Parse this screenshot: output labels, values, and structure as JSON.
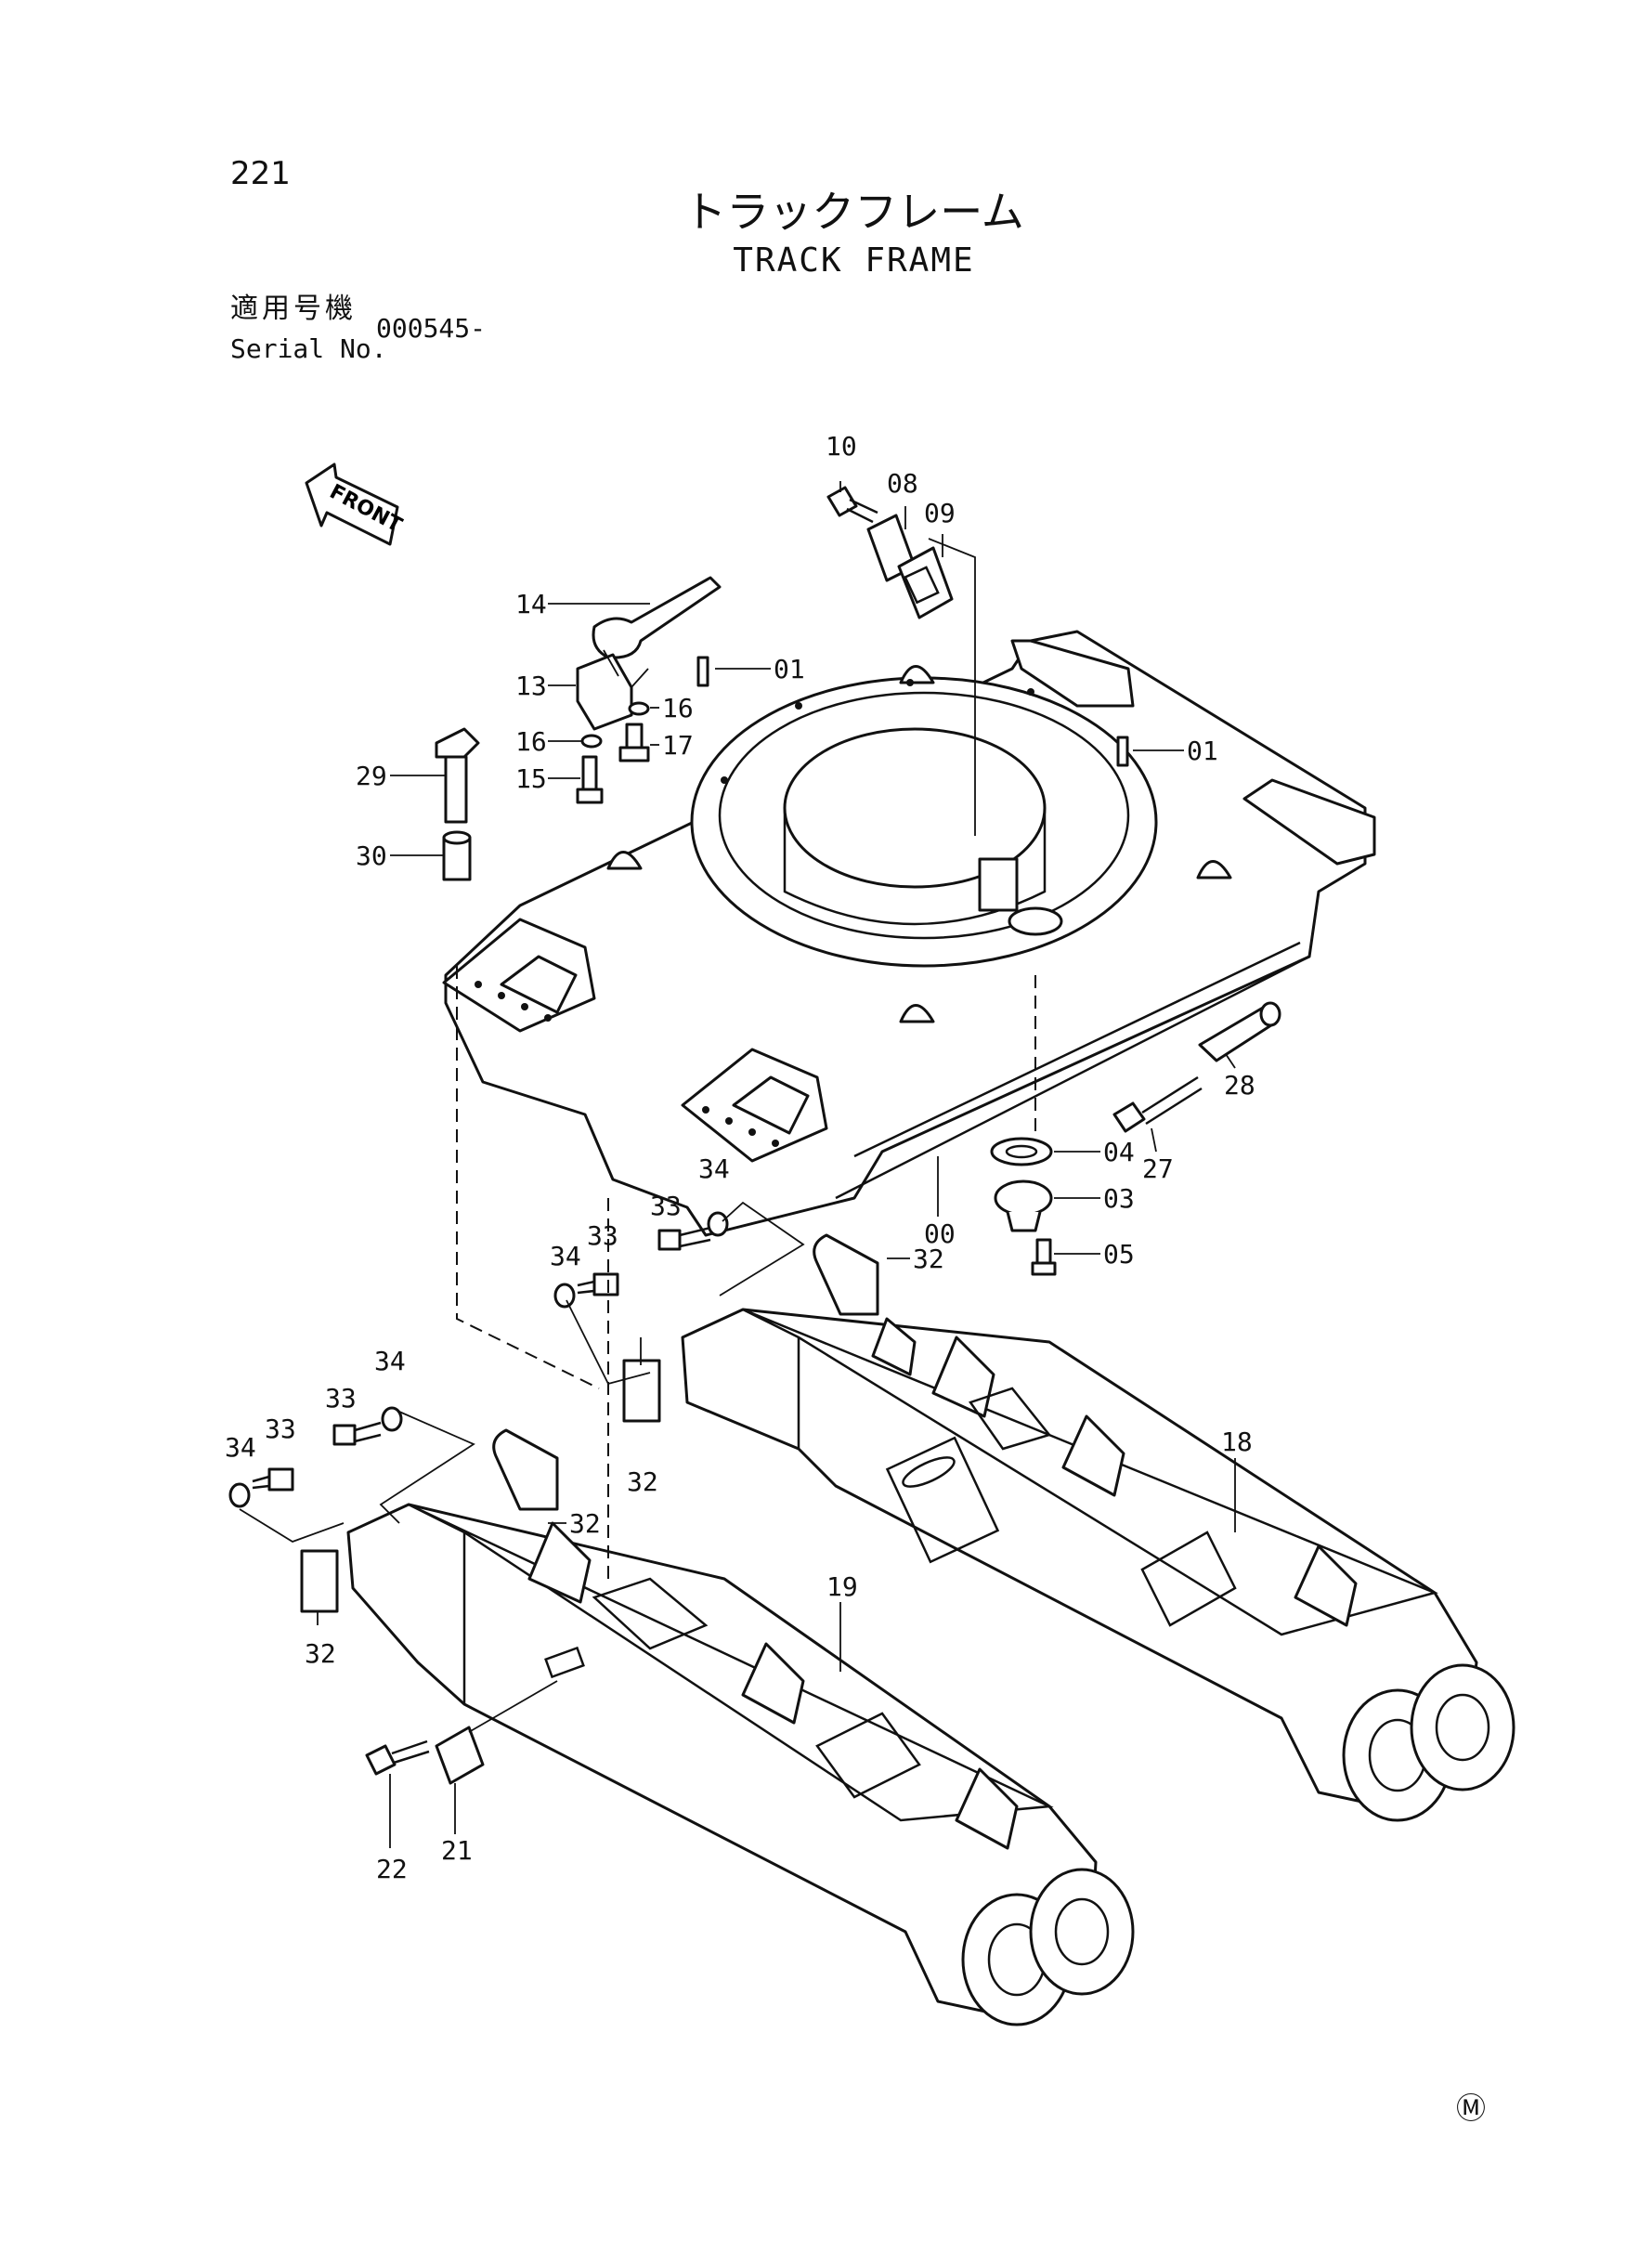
{
  "page_number": "221",
  "title_jp": "トラックフレーム",
  "title_en": "TRACK FRAME",
  "serial_label_jp": "適用号機",
  "serial_label_en": "Serial No.",
  "serial_value": "000545-",
  "front_label": "FRONT",
  "mark": "Ⓜ",
  "callouts": {
    "c10": "10",
    "c08": "08",
    "c09": "09",
    "c14": "14",
    "c13": "13",
    "c01a": "01",
    "c01b": "01",
    "c16a": "16",
    "c16b": "16",
    "c17": "17",
    "c15": "15",
    "c29": "29",
    "c30": "30",
    "c28": "28",
    "c27": "27",
    "c04": "04",
    "c03": "03",
    "c05": "05",
    "c00": "00",
    "c34a": "34",
    "c33a": "33",
    "c34b": "34",
    "c33b": "33",
    "c32a": "32",
    "c32b": "32",
    "c34c": "34",
    "c33c": "33",
    "c34d": "34",
    "c33d": "33",
    "c32c": "32",
    "c32d": "32",
    "c18": "18",
    "c19": "19",
    "c21": "21",
    "c22": "22"
  }
}
